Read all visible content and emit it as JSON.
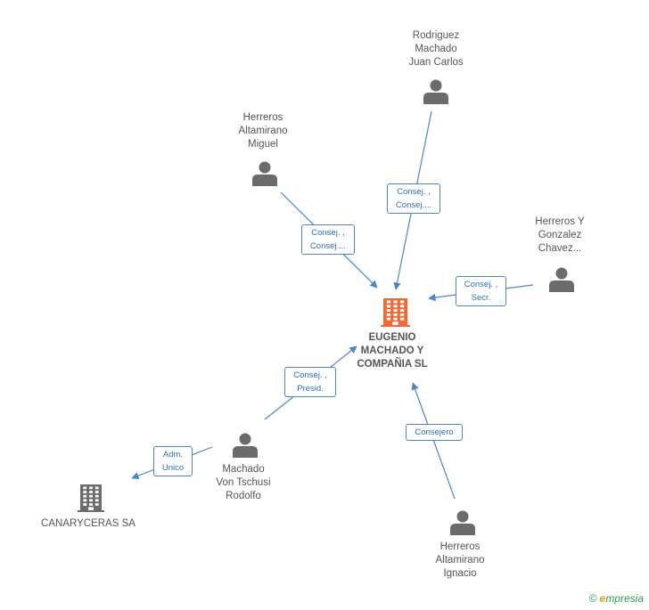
{
  "center": {
    "lines": [
      "EUGENIO",
      "MACHADO Y",
      "COMPAÑIA SL"
    ],
    "color": "#f06a35"
  },
  "nodes": [
    {
      "key": "rodriguez",
      "lines": [
        "Rodriguez",
        "Machado",
        "Juan Carlos"
      ],
      "icon": "person-icon"
    },
    {
      "key": "herreros-miguel",
      "lines": [
        "Herreros",
        "Altamirano",
        "Miguel"
      ],
      "icon": "person-icon"
    },
    {
      "key": "herreros-gonzalez",
      "lines": [
        "Herreros Y",
        "Gonzalez",
        "Chavez..."
      ],
      "icon": "person-icon"
    },
    {
      "key": "machado-rodolfo",
      "lines": [
        "Machado",
        "Von Tschusi",
        "Rodolfo"
      ],
      "icon": "person-icon"
    },
    {
      "key": "herreros-ignacio",
      "lines": [
        "Herreros",
        "Altamirano",
        "Ignacio"
      ],
      "icon": "person-icon"
    },
    {
      "key": "canaryceras",
      "lines": [
        "CANARYCERAS SA"
      ],
      "icon": "building-icon"
    }
  ],
  "edges": [
    {
      "key": "rodriguez",
      "lines": [
        "Consej. ,",
        "Consej...."
      ]
    },
    {
      "key": "herreros-miguel",
      "lines": [
        "Consej. ,",
        "Consej...."
      ]
    },
    {
      "key": "herreros-gonzalez",
      "lines": [
        "Consej. ,",
        "Secr."
      ]
    },
    {
      "key": "machado-rodolfo",
      "lines": [
        "Consej. ,",
        "Presid."
      ]
    },
    {
      "key": "herreros-ignacio",
      "lines": [
        "Consejero"
      ]
    },
    {
      "key": "canaryceras",
      "lines": [
        "Adm.",
        "Unico"
      ]
    }
  ],
  "colors": {
    "edge": "#4a86c8",
    "icon": "#6b6b6b",
    "label": "#555555"
  },
  "brand": {
    "copyright": "©",
    "name_initial": "e",
    "name_rest": "mpresia"
  }
}
